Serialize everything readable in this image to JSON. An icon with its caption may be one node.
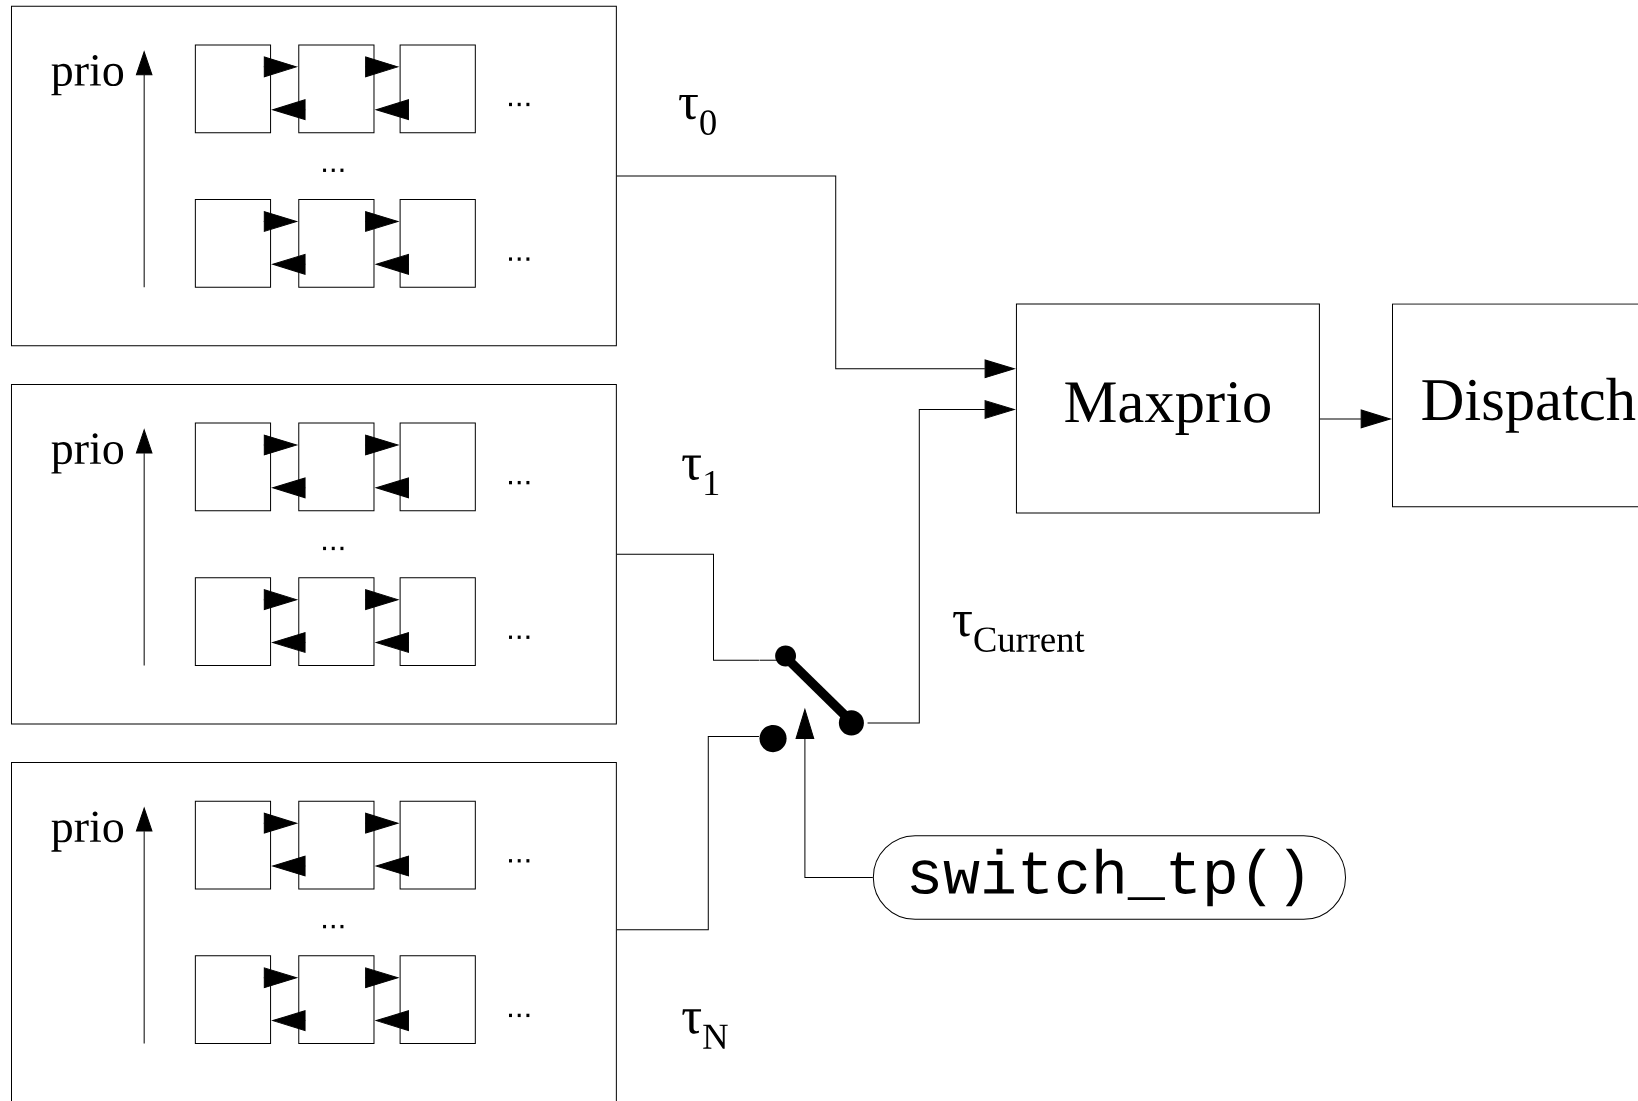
{
  "diagram": {
    "nodes": [
      {
        "text": [],
        "shape": "box"
      },
      {
        "text": [],
        "shape": "box",
        "in": 0
      },
      {
        "text": [],
        "shape": "box",
        "in": 0
      },
      {
        "text": [],
        "shape": "box",
        "in": 0
      },
      {
        "text": [],
        "shape": "box",
        "in": 0
      },
      {
        "text": [],
        "shape": "box",
        "in": 0
      },
      {
        "text": [],
        "shape": "box",
        "in": 0
      },
      {
        "text": [],
        "shape": "box"
      },
      {
        "text": [],
        "shape": "box",
        "in": 7
      },
      {
        "text": [],
        "shape": "box",
        "in": 7
      },
      {
        "text": [],
        "shape": "box",
        "in": 7
      },
      {
        "text": [],
        "shape": "box",
        "in": 7
      },
      {
        "text": [],
        "shape": "box",
        "in": 7
      },
      {
        "text": [],
        "shape": "box",
        "in": 7
      },
      {
        "text": [],
        "shape": "box"
      },
      {
        "text": [],
        "shape": "box",
        "in": 14
      },
      {
        "text": [],
        "shape": "box",
        "in": 14
      },
      {
        "text": [],
        "shape": "box",
        "in": 14
      },
      {
        "text": [],
        "shape": "box",
        "in": 14
      },
      {
        "text": [],
        "shape": "box",
        "in": 14
      },
      {
        "text": [],
        "shape": "box",
        "in": 14
      },
      {
        "text": [
          "Maxprio"
        ]
      },
      {
        "text": [
          "Dispatch"
        ]
      },
      {
        "text": [],
        "shape": "switch"
      },
      {
        "text": [
          "switch_tp()"
        ]
      }
    ],
    "edges": [
      {
        "from": 0,
        "to": 21,
        "arrow": "to",
        "label": "τ$_{0}$"
      },
      {
        "from": 7,
        "to": 23,
        "arrow": "none",
        "label": "τ$_{1}$"
      },
      {
        "from": 14,
        "to": 23,
        "arrow": "none",
        "label": "τ$_{N}$"
      },
      {
        "from": 23,
        "to": 21,
        "arrow": "to",
        "label": "τ$_{Current}$"
      },
      {
        "from": 21,
        "to": 22,
        "arrow": "to"
      },
      {
        "from": 24,
        "to": 23,
        "arrow": "to"
      },
      {
        "from": 1,
        "to": 2,
        "arrow": "to"
      },
      {
        "from": 2,
        "to": 1,
        "arrow": "to"
      },
      {
        "from": 2,
        "to": 3,
        "arrow": "to"
      },
      {
        "from": 3,
        "to": 2,
        "arrow": "to"
      },
      {
        "from": 4,
        "to": 5,
        "arrow": "to"
      },
      {
        "from": 5,
        "to": 4,
        "arrow": "to"
      },
      {
        "from": 5,
        "to": 6,
        "arrow": "to"
      },
      {
        "from": 6,
        "to": 5,
        "arrow": "to"
      },
      {
        "from": 8,
        "to": 9,
        "arrow": "to"
      },
      {
        "from": 9,
        "to": 8,
        "arrow": "to"
      },
      {
        "from": 9,
        "to": 10,
        "arrow": "to"
      },
      {
        "from": 10,
        "to": 9,
        "arrow": "to"
      },
      {
        "from": 11,
        "to": 12,
        "arrow": "to"
      },
      {
        "from": 12,
        "to": 11,
        "arrow": "to"
      },
      {
        "from": 12,
        "to": 13,
        "arrow": "to"
      },
      {
        "from": 13,
        "to": 12,
        "arrow": "to"
      },
      {
        "from": 15,
        "to": 16,
        "arrow": "to"
      },
      {
        "from": 16,
        "to": 15,
        "arrow": "to"
      },
      {
        "from": 16,
        "to": 17,
        "arrow": "to"
      },
      {
        "from": 17,
        "to": 16,
        "arrow": "to"
      },
      {
        "from": 18,
        "to": 19,
        "arrow": "to"
      },
      {
        "from": 19,
        "to": 18,
        "arrow": "to"
      },
      {
        "from": 19,
        "to": 20,
        "arrow": "to"
      },
      {
        "from": 20,
        "to": 19,
        "arrow": "to"
      }
    ],
    "labels": [
      "prio",
      "...",
      "...",
      "...",
      "prio",
      "...",
      "...",
      "...",
      "prio",
      "...",
      "...",
      "..."
    ]
  }
}
